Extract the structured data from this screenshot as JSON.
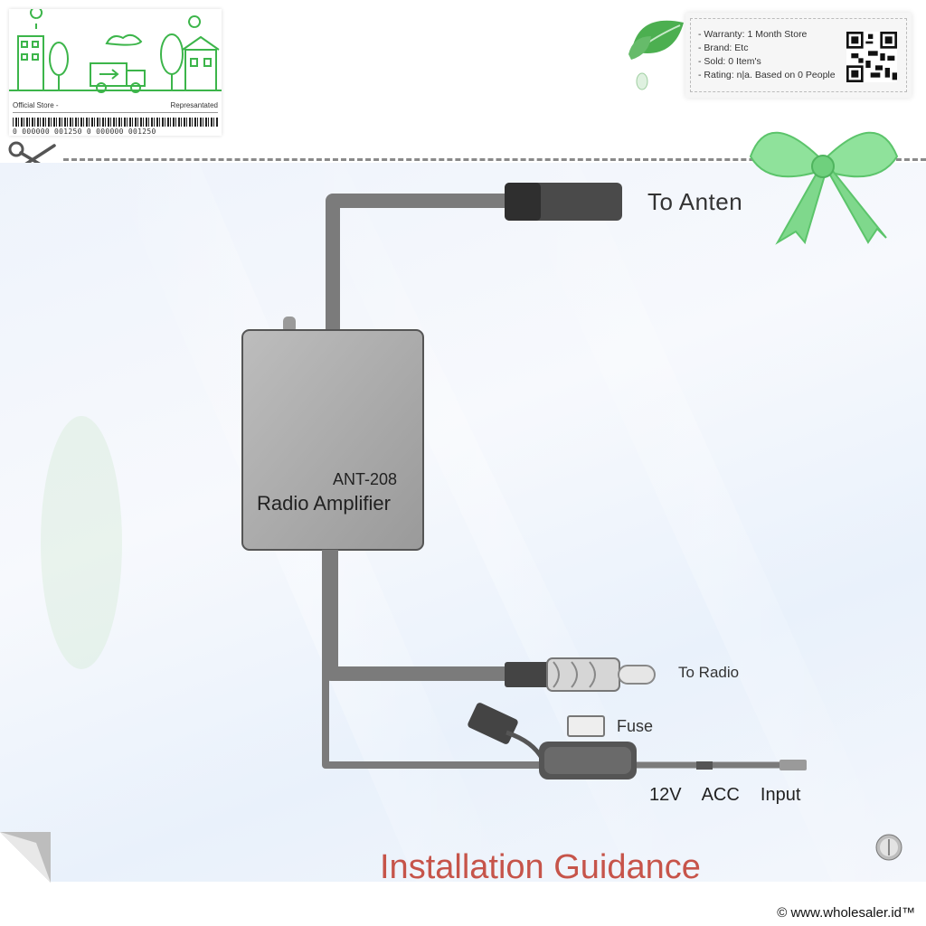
{
  "store_badge": {
    "left_label": "Official Store -",
    "right_label": "Represantated",
    "barcode_text": "0 000000 001250 0  000000 001250"
  },
  "info_card": {
    "lines": [
      "- Warranty: 1 Month Store",
      "- Brand: Etc",
      "- Sold: 0 Item's",
      "- Rating: n|a. Based on 0 People"
    ]
  },
  "diagram": {
    "antenna_label": "To Anten",
    "model": "ANT-208",
    "device_name": "Radio Amplifier",
    "radio_label": "To Radio",
    "fuse_label": "Fuse",
    "input_label": "12V  ACC  Input",
    "caption": "Installation Guidance"
  },
  "colors": {
    "brand_green": "#3cb54a",
    "cable": "#7b7b7b",
    "device_body": "#a9a9a9",
    "caption_red": "#c0392b"
  },
  "footer": {
    "copyright": "© www.wholesaler.id™"
  }
}
